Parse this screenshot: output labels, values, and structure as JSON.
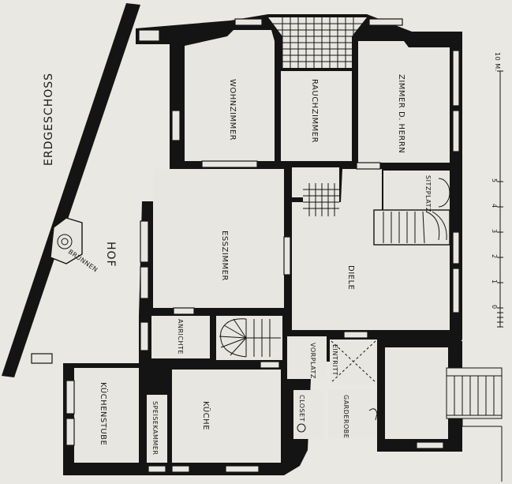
{
  "plan": {
    "floor_label": "ERDGESCHOSS",
    "courtyard": "HOF",
    "well": "BRUNNEN",
    "rooms": {
      "wohnzimmer": "WOHNZIMMER",
      "rauchzimmer": "RAUCHZIMMER",
      "zimmer_herrn": "ZIMMER D. HERRN",
      "sitzplatz": "SITZPLATZ",
      "esszimmer": "ESSZIMMER",
      "diele": "DIELE",
      "anrichte": "ANRICHTE",
      "vorplatz": "VORPLATZ",
      "eintritt": "EINTRITT",
      "kuechenstube": "KÜCHENSTUBE",
      "speisekammer": "SPEISEKAMMER",
      "kueche": "KÜCHE",
      "closet": "CLOSET",
      "garderobe": "GARDEROBE"
    },
    "scale": {
      "unit_label": "10 M.",
      "ticks": [
        "0",
        "1",
        "2",
        "3",
        "4",
        "5"
      ]
    }
  }
}
